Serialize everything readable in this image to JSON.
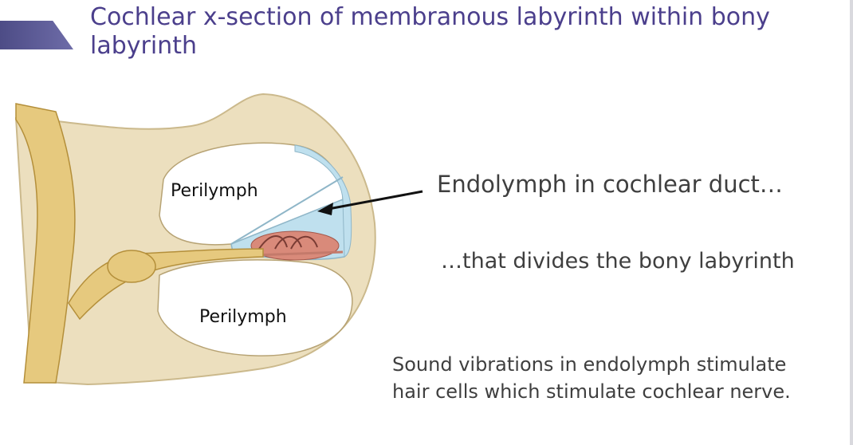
{
  "slide": {
    "title": "Cochlear x-section of membranous labyrinth within bony labyrinth",
    "accent_color": "#5b5a96"
  },
  "diagram": {
    "label_upper": "Perilymph",
    "label_lower": "Perilymph",
    "colors": {
      "bone": "#ecdfbe",
      "endolymph": "#bfe0ee",
      "nerve": "#e6c97e",
      "hair_cells": "#d98a7a"
    }
  },
  "text": {
    "endolymph": "Endolymph in cochlear duct…",
    "divides": "…that divides the bony labyrinth",
    "sound_line1": "Sound vibrations in endolymph stimulate",
    "sound_line2": "hair cells which stimulate cochlear nerve."
  }
}
